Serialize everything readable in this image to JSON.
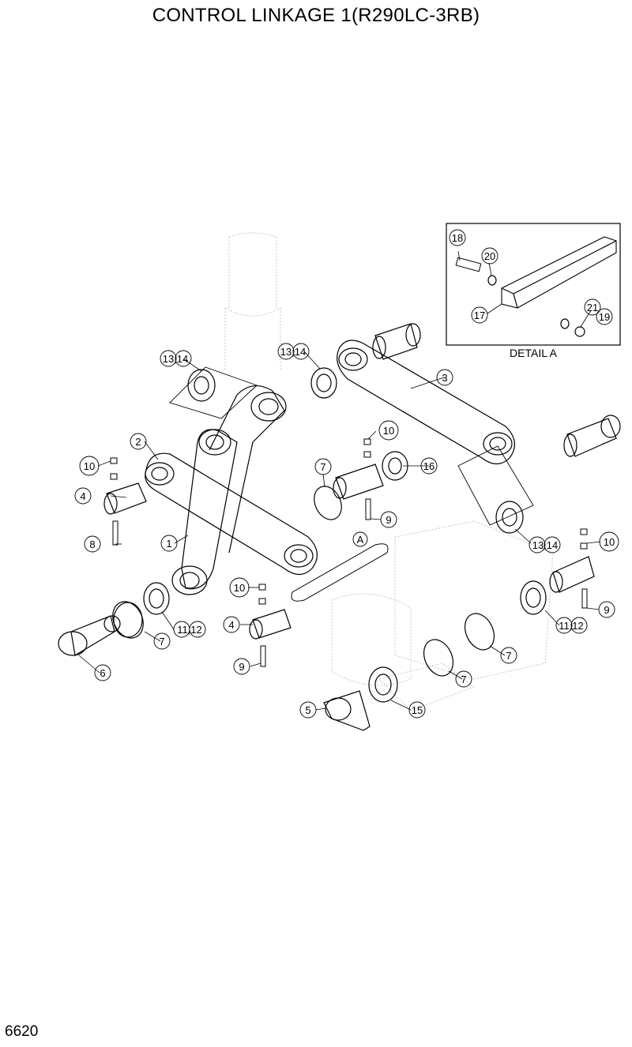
{
  "title": "CONTROL LINKAGE 1(R290LC-3RB)",
  "page_number": "6620",
  "detail": {
    "caption": "DETAIL  A",
    "callouts": [
      "18",
      "20",
      "17",
      "21",
      "19"
    ]
  },
  "section_marker": "A",
  "callouts": {
    "c1": "1",
    "c2": "2",
    "c3": "3",
    "c4a": "4",
    "c4b": "4",
    "c5": "5",
    "c6": "6",
    "c7a": "7",
    "c7b": "7",
    "c7c": "7",
    "c7d": "7",
    "c8": "8",
    "c9a": "9",
    "c9b": "9",
    "c9c": "9",
    "c10a": "10",
    "c10b": "10",
    "c10c": "10",
    "c10d": "10",
    "c11a": "11,12",
    "c11b": "11,12",
    "c13a": "13,14",
    "c13b": "13,14",
    "c13c": "13,14",
    "c15": "15",
    "c16": "16"
  }
}
